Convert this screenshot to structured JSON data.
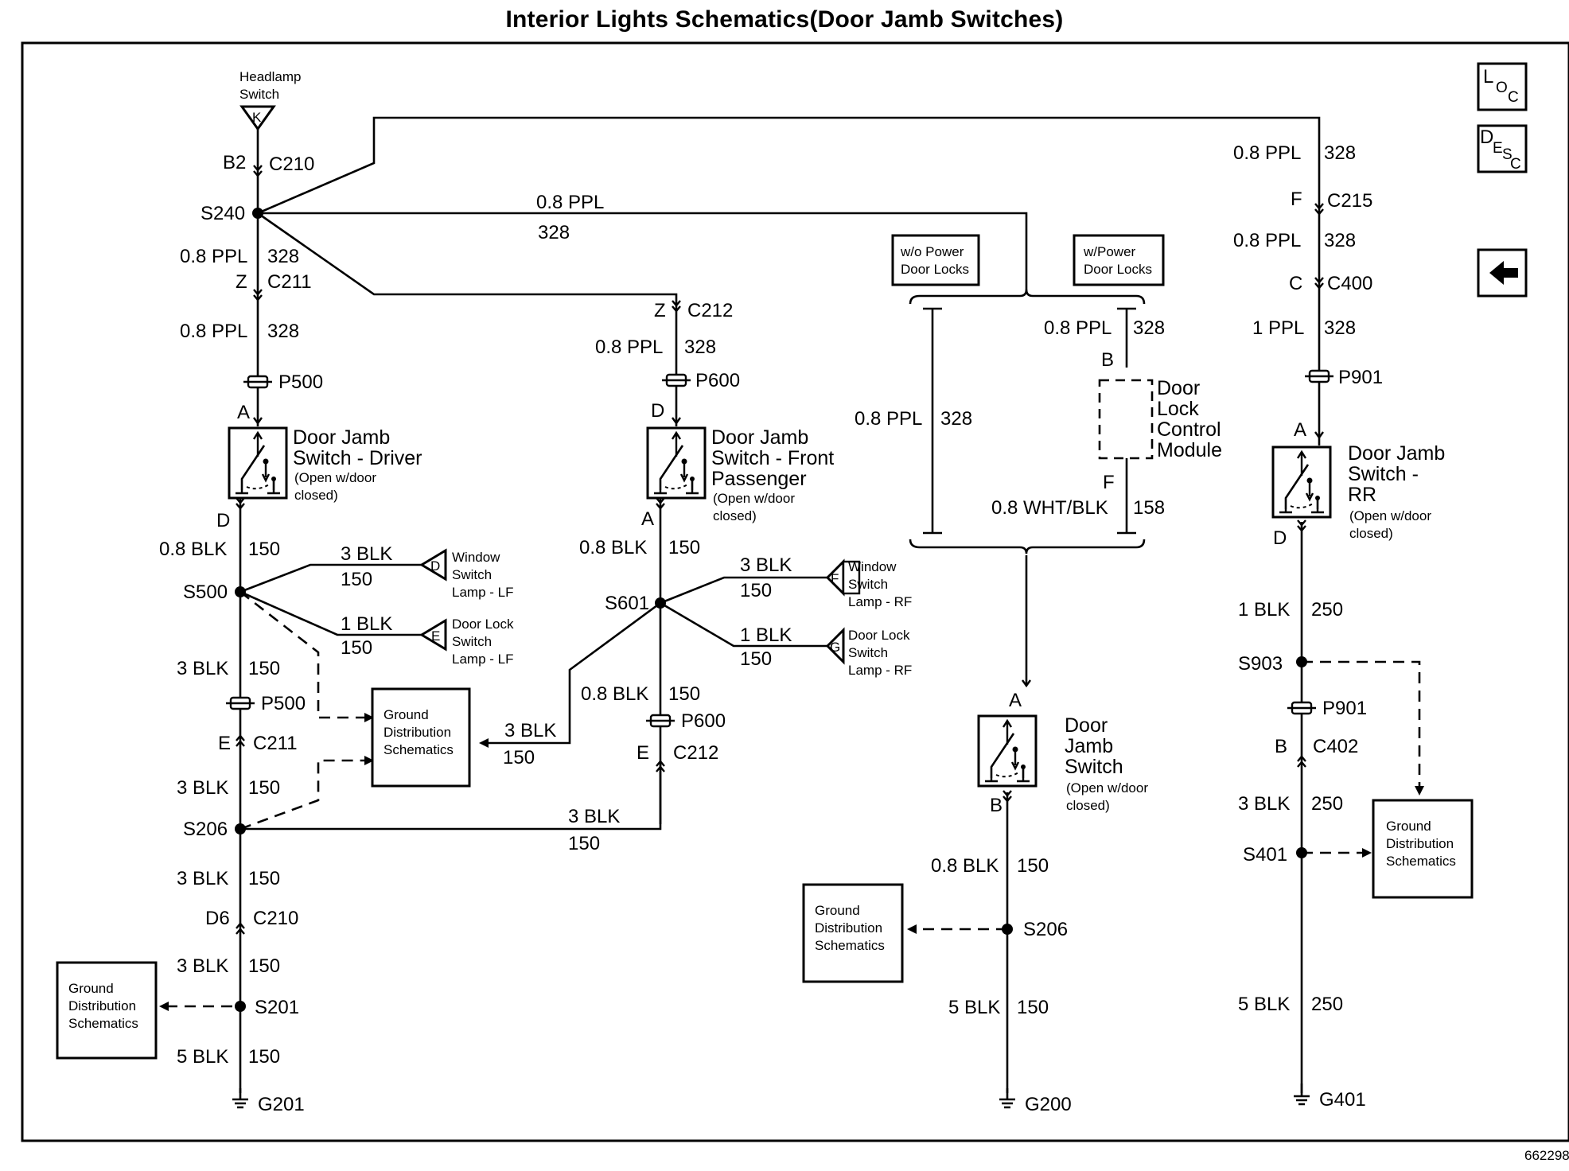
{
  "title": "Interior Lights Schematics(Door Jamb Switches)",
  "figure_number": "662298",
  "nav": {
    "loc_icon": "location-view-icon",
    "desc_icon": "description-view-icon",
    "back_icon": "back-arrow-icon"
  },
  "headlamp": {
    "line1": "Headlamp",
    "line2": "Switch",
    "pin": "K"
  },
  "wires": {
    "ppl08": "0.8 PPL",
    "ppl1": "1 PPL",
    "c328": "328",
    "blk08": "0.8 BLK",
    "blk1": "1 BLK",
    "blk3": "3 BLK",
    "blk5": "5 BLK",
    "c150": "150",
    "c250": "250",
    "wht": "0.8 WHT/BLK",
    "c158": "158"
  },
  "connectors": {
    "c210": "C210",
    "c211": "C211",
    "c212": "C212",
    "c215": "C215",
    "c400": "C400",
    "c402": "C402",
    "p500": "P500",
    "p600": "P600",
    "p901": "P901"
  },
  "pins": {
    "a": "A",
    "b": "B",
    "b2": "B2",
    "c": "C",
    "d": "D",
    "d6": "D6",
    "e": "E",
    "f": "F",
    "g": "G",
    "z": "Z"
  },
  "splices": {
    "s240": "S240",
    "s500": "S500",
    "s206": "S206",
    "s201": "S201",
    "s601": "S601",
    "s903": "S903",
    "s401": "S401"
  },
  "grounds": {
    "g201": "G201",
    "g200": "G200",
    "g401": "G401"
  },
  "options": {
    "no_pl_1": "w/o Power",
    "no_pl_2": "Door Locks",
    "pl_1": "w/Power",
    "pl_2": "Door Locks"
  },
  "components": {
    "driver": {
      "l1": "Door Jamb",
      "l2": "Switch - Driver",
      "n1": "(Open w/door",
      "n2": "closed)"
    },
    "front": {
      "l1": "Door Jamb",
      "l2": "Switch - Front",
      "l3": "Passenger",
      "n1": "(Open w/door",
      "n2": "closed)"
    },
    "rr": {
      "l1": "Door Jamb",
      "l2": "Switch -",
      "l3": "RR",
      "n1": "(Open w/door",
      "n2": "closed)"
    },
    "center": {
      "l1": "Door",
      "l2": "Jamb",
      "l3": "Switch",
      "n1": "(Open w/door",
      "n2": "closed)"
    },
    "dlcm": {
      "l1": "Door",
      "l2": "Lock",
      "l3": "Control",
      "l4": "Module"
    },
    "win_lf": {
      "l1": "Window",
      "l2": "Switch",
      "l3": "Lamp - LF"
    },
    "dl_lf": {
      "l1": "Door Lock",
      "l2": "Switch",
      "l3": "Lamp - LF"
    },
    "win_rf": {
      "l1": "Window",
      "l2": "Switch",
      "l3": "Lamp - RF"
    },
    "dl_rf": {
      "l1": "Door Lock",
      "l2": "Switch",
      "l3": "Lamp - RF"
    }
  },
  "ground_dist": {
    "l1": "Ground",
    "l2": "Distribution",
    "l3": "Schematics"
  }
}
